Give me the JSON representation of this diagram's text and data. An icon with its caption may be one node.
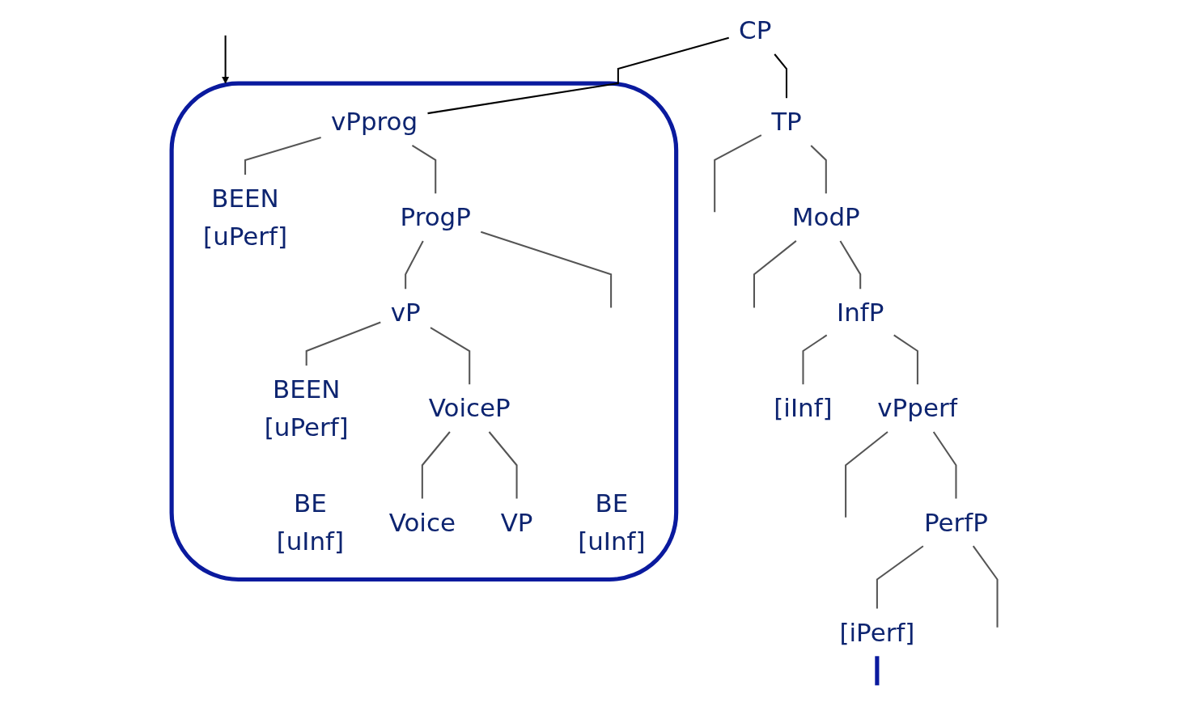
{
  "diagram": {
    "nodes": [
      {
        "text": [
          "CP"
        ]
      },
      {
        "text": [],
        "shape": "oval"
      },
      {
        "text": [
          "vPprog"
        ],
        "in": 1
      },
      {
        "text": [
          "TP"
        ]
      },
      {
        "text": [
          "BEEN",
          "[uPerf]"
        ],
        "in": 1
      },
      {
        "text": [
          "ProgP"
        ],
        "in": 1
      },
      {
        "text": [
          "ModP"
        ]
      },
      {
        "text": [
          "BE",
          "[uInf]"
        ],
        "in": 1
      },
      {
        "text": [
          "vP"
        ],
        "in": 1
      },
      {
        "text": [
          "InfP"
        ]
      },
      {
        "text": [
          "BEEN",
          "[uPerf]"
        ],
        "in": 1
      },
      {
        "text": [
          "VoiceP"
        ],
        "in": 1
      },
      {
        "text": [
          "[iInf]"
        ]
      },
      {
        "text": [
          "vPperf"
        ]
      },
      {
        "text": [
          "Voice"
        ],
        "in": 1
      },
      {
        "text": [
          "VP"
        ],
        "in": 1
      },
      {
        "text": [
          "PerfP"
        ]
      },
      {
        "text": [
          "BE",
          "[uInf]"
        ],
        "in": 1
      },
      {
        "text": [
          "[iPerf]"
        ]
      }
    ],
    "edges": [
      {
        "from": 0,
        "to": 2,
        "arrow": "none",
        "color": "#000000"
      },
      {
        "from": 0,
        "to": 3,
        "arrow": "none",
        "color": "#000000"
      },
      {
        "from": 2,
        "to": 4,
        "arrow": "none"
      },
      {
        "from": 2,
        "to": 5,
        "arrow": "none"
      },
      {
        "from": 5,
        "to": null,
        "arrow": "none"
      },
      {
        "from": 5,
        "to": 8,
        "arrow": "none"
      },
      {
        "from": 3,
        "to": null,
        "arrow": "none"
      },
      {
        "from": 3,
        "to": 6,
        "arrow": "none"
      },
      {
        "from": 6,
        "to": null,
        "arrow": "none"
      },
      {
        "from": 6,
        "to": 9,
        "arrow": "none"
      },
      {
        "from": 8,
        "to": 10,
        "arrow": "none"
      },
      {
        "from": 8,
        "to": 11,
        "arrow": "none"
      },
      {
        "from": 9,
        "to": 12,
        "arrow": "none"
      },
      {
        "from": 9,
        "to": 13,
        "arrow": "none"
      },
      {
        "from": 11,
        "to": 14,
        "arrow": "none"
      },
      {
        "from": 11,
        "to": 15,
        "arrow": "none"
      },
      {
        "from": 13,
        "to": null,
        "arrow": "none"
      },
      {
        "from": 13,
        "to": 16,
        "arrow": "none"
      },
      {
        "from": 16,
        "to": 18,
        "arrow": "none"
      },
      {
        "from": 16,
        "to": null,
        "arrow": "none"
      },
      {
        "from": 18,
        "to": null,
        "arrow": "none",
        "style": "thick",
        "color": "#0a1a9e"
      },
      {
        "from": null,
        "to": 1,
        "arrow": "to",
        "color": "#000000"
      }
    ]
  }
}
